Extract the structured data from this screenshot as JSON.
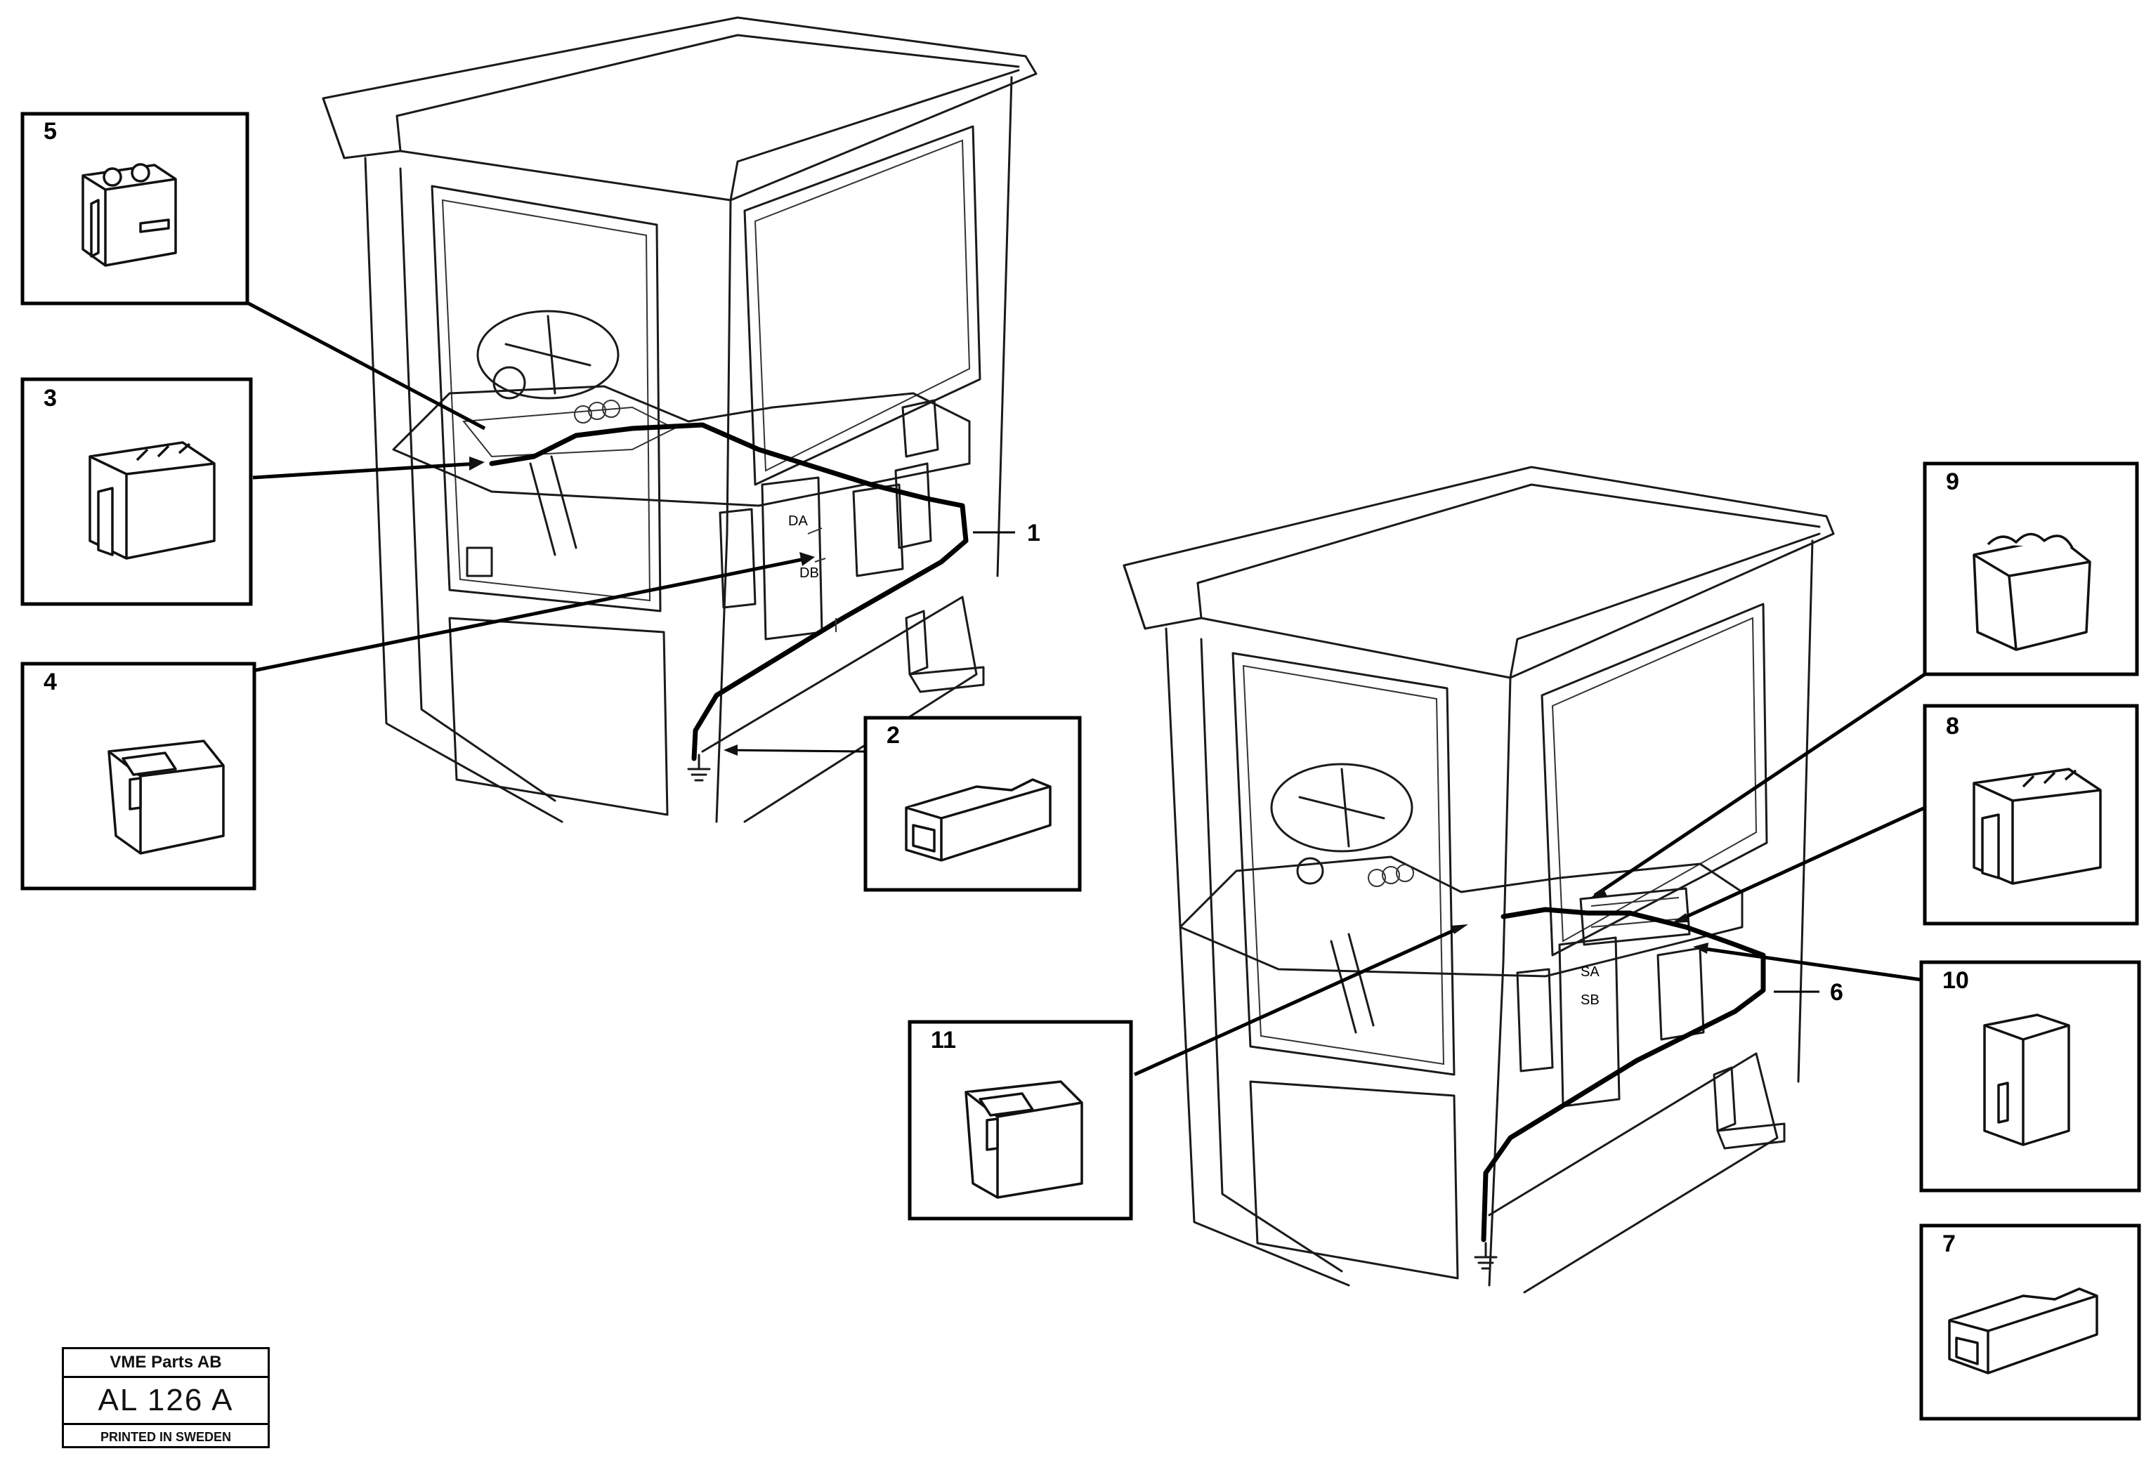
{
  "callouts": {
    "c1": "1",
    "c2": "2",
    "c3": "3",
    "c4": "4",
    "c5": "5",
    "c6": "6",
    "c7": "7",
    "c8": "8",
    "c9": "9",
    "c10": "10",
    "c11": "11"
  },
  "panel_labels": {
    "left_top": "DA",
    "left_bottom": "DB",
    "right_top": "SA",
    "right_bottom": "SB"
  },
  "title_block": {
    "company": "VME Parts AB",
    "code": "AL 126 A",
    "printed": "PRINTED IN SWEDEN"
  }
}
